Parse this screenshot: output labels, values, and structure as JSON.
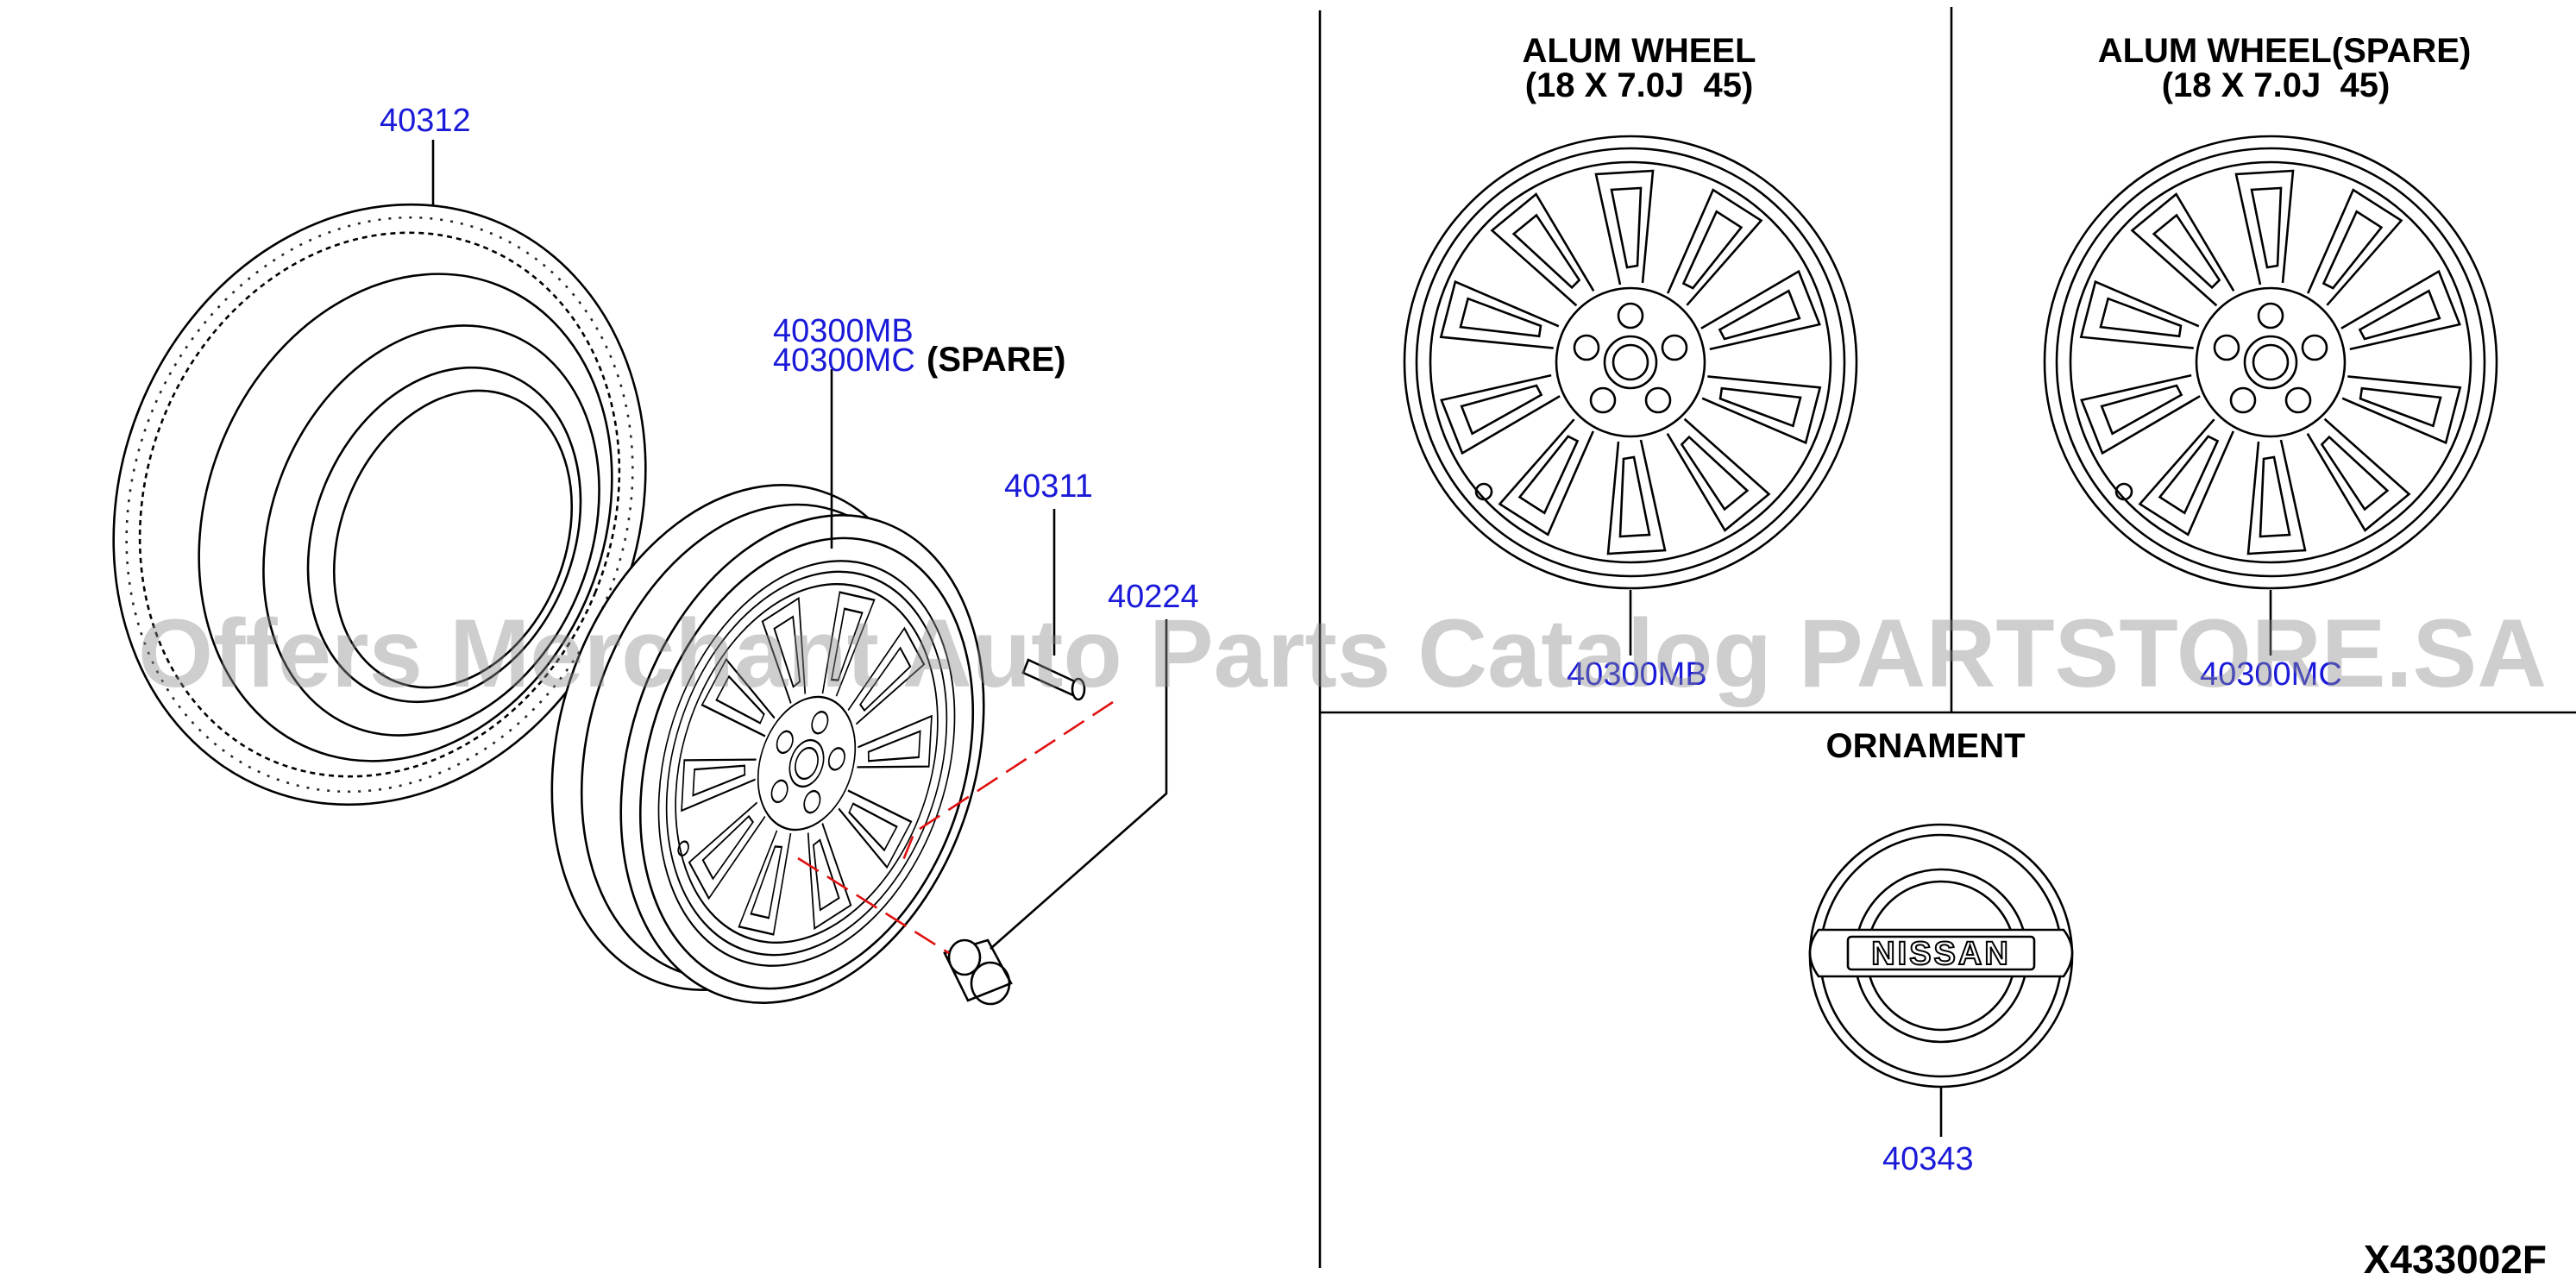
{
  "callouts": {
    "tire": "40312",
    "wheel_mb": "40300MB",
    "wheel_mc": "40300MC",
    "spare_note": "(SPARE)",
    "valve": "40311",
    "nut": "40224",
    "alum_wheel_part": "40300MB",
    "alum_wheel_spare_part": "40300MC",
    "ornament_part": "40343"
  },
  "panels": {
    "alum_wheel": {
      "title": "ALUM WHEEL",
      "spec": "(18 X 7.0J  45)"
    },
    "alum_wheel_spare": {
      "title": "ALUM WHEEL(SPARE)",
      "spec": "(18 X 7.0J  45)"
    },
    "ornament": {
      "title": "ORNAMENT",
      "logo_text": "NISSAN"
    }
  },
  "diagram_code": "X433002F",
  "watermark": "Offers Merchant Auto Parts Catalog PARTSTORE.SA",
  "colors": {
    "callout": "#1a1ad8",
    "leader_dashed": "#e01010",
    "line": "#000000"
  }
}
